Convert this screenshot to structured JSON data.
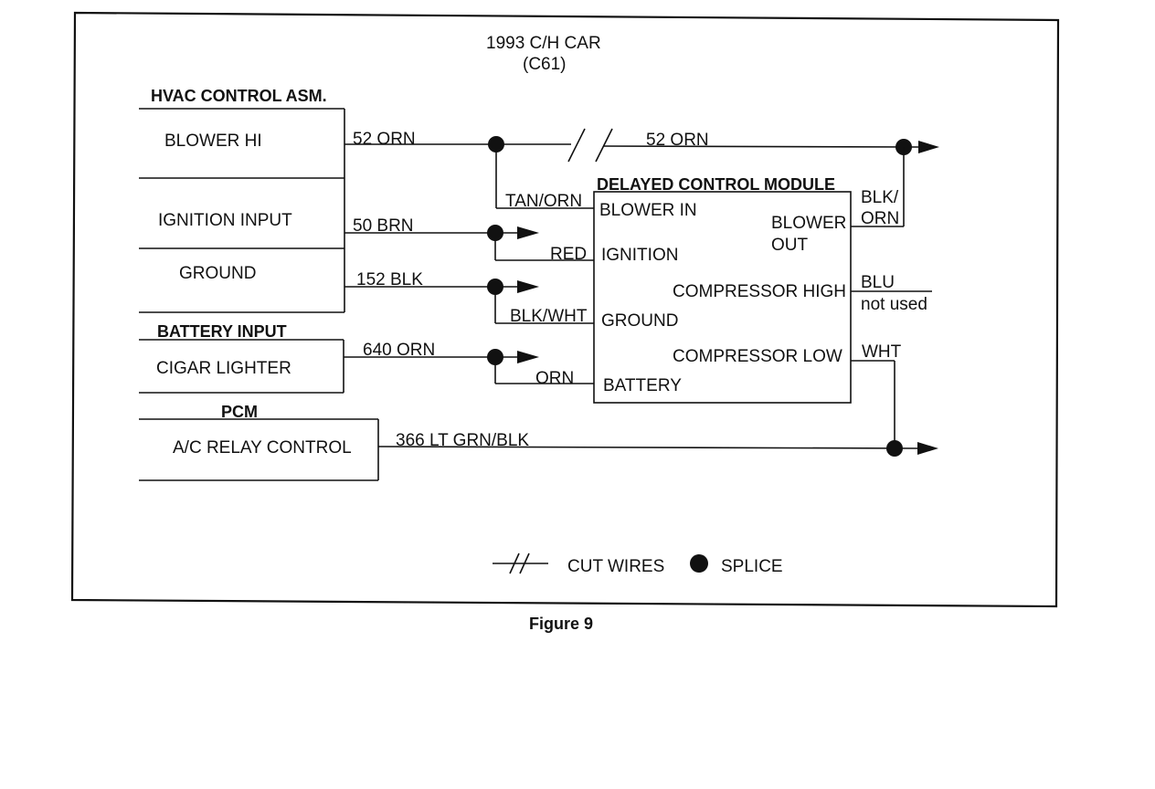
{
  "title": {
    "line1": "1993  C/H CAR",
    "line2": "(C61)"
  },
  "hvac": {
    "header": "HVAC CONTROL ASM.",
    "blower_hi": "BLOWER HI",
    "ignition_input": "IGNITION INPUT",
    "ground": "GROUND"
  },
  "battery_input": {
    "header": "BATTERY INPUT",
    "cigar_lighter": "CIGAR LIGHTER"
  },
  "pcm": {
    "header": "PCM",
    "ac_relay_control": "A/C RELAY CONTROL"
  },
  "module": {
    "header": "DELAYED CONTROL MODULE",
    "blower_in": "BLOWER IN",
    "ignition": "IGNITION",
    "ground": "GROUND",
    "battery": "BATTERY",
    "blower_out_1": "BLOWER",
    "blower_out_2": "OUT",
    "compressor_high": "COMPRESSOR HIGH",
    "compressor_low": "COMPRESSOR LOW"
  },
  "wires": {
    "w52_orn_left": "52 ORN",
    "w52_orn_right": "52 ORN",
    "tan_orn": "TAN/ORN",
    "w50_brn": "50 BRN",
    "red": "RED",
    "w152_blk": "152 BLK",
    "blk_wht": "BLK/WHT",
    "w640_orn": "640 ORN",
    "orn": "ORN",
    "w366": "366 LT GRN/BLK",
    "blk_orn_1": "BLK/",
    "blk_orn_2": "ORN",
    "blu": "BLU",
    "not_used": "not used",
    "wht": "WHT"
  },
  "legend": {
    "cut_wires": "CUT WIRES",
    "splice": "SPLICE"
  },
  "caption": "Figure 9"
}
